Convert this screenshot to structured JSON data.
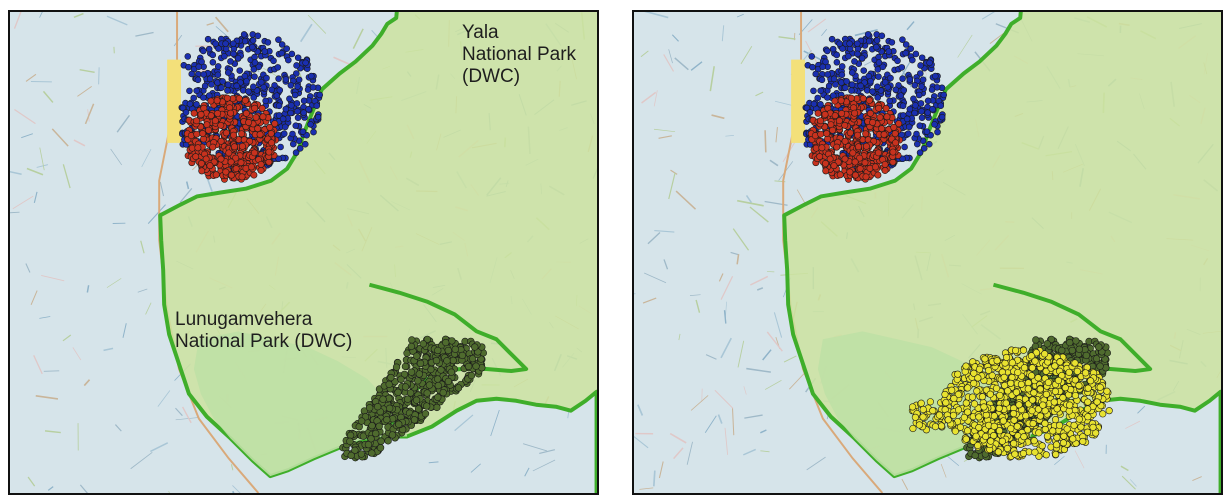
{
  "panels": [
    {
      "id": "left",
      "labels": {
        "yala": [
          "Yala",
          "National Park",
          "(DWC)"
        ],
        "lunugamvehera": [
          "Lunugamvehera",
          "National Park (DWC)"
        ]
      },
      "clusters": [
        "red",
        "blue",
        "dark-green"
      ]
    },
    {
      "id": "right",
      "clusters": [
        "red",
        "blue",
        "dark-green",
        "yellow"
      ]
    }
  ],
  "colors": {
    "park_fill": "#cde3a0",
    "park_border": "#3fae2a",
    "inner_fill": "#bfe0a5",
    "red_points": "#c8321e",
    "blue_points": "#1a2fb0",
    "darkgreen_points": "#4f6b2e",
    "yellow_points": "#e8e230",
    "point_outline": "#1a1a1a"
  }
}
